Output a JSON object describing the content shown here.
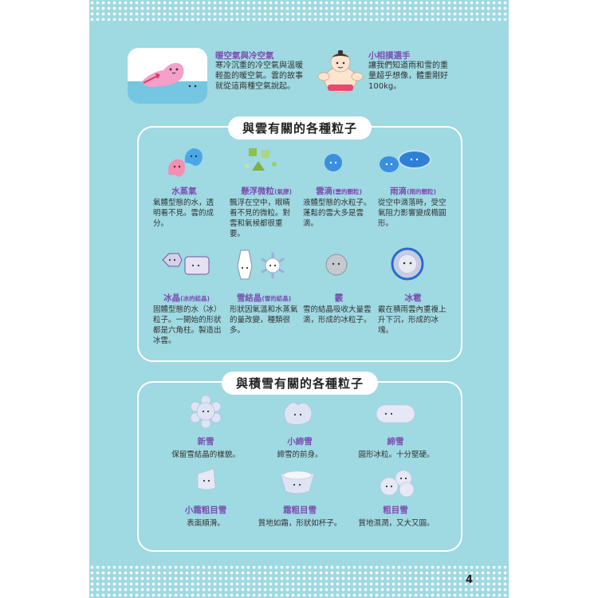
{
  "page_number": "4",
  "intro": {
    "left": {
      "title": "暖空氣與冷空氣",
      "text": "寒冷沉重的冷空氣與溫暖輕盈的暖空氣。雲的故事就從這兩種空氣說起。"
    },
    "right": {
      "title": "小相撲選手",
      "text": "讓我們知道雨和雪的重量超乎想像，體重剛好100kg。"
    }
  },
  "cloud_section": {
    "title": "與雲有關的各種粒子",
    "items": [
      {
        "title": "水蒸氣",
        "sub": "",
        "text": "氣體型態的水，透明看不見。雲的成分。"
      },
      {
        "title": "懸浮微粒",
        "sub": "(氣膠)",
        "text": "飄浮在空中，眼睛看不見的微粒。對雲和氣候都很重要。"
      },
      {
        "title": "雲滴",
        "sub": "(雲的顆粒)",
        "text": "液體型態的水粒子。蓬鬆的雲大多是雲滴。"
      },
      {
        "title": "雨滴",
        "sub": "(雨的顆粒)",
        "text": "從空中滴落時，受空氣阻力影響變成橢圓形。"
      },
      {
        "title": "冰晶",
        "sub": "(冰的結晶)",
        "text": "固體型態的水（冰）粒子。一開始的形狀都是六角柱。製造出冰雲。"
      },
      {
        "title": "雪結晶",
        "sub": "(雪的結晶)",
        "text": "形狀因氣溫和水蒸氣的量改變，種類很多。"
      },
      {
        "title": "霰",
        "sub": "",
        "text": "雪的結晶吸收大量雲滴，形成的冰粒子。"
      },
      {
        "title": "冰雹",
        "sub": "",
        "text": "霰在積雨雲內重複上升下沉，形成的冰塊。"
      }
    ]
  },
  "snow_section": {
    "title": "與積雪有關的各種粒子",
    "items": [
      {
        "title": "新雪",
        "text": "保留雪結晶的樣貌。"
      },
      {
        "title": "小締雪",
        "text": "締雪的前身。"
      },
      {
        "title": "締雪",
        "text": "圓形冰粒。十分堅硬。"
      },
      {
        "title": "小霜粗目雪",
        "text": "表面順滑。"
      },
      {
        "title": "霜粗目雪",
        "text": "質地如霜，形狀如杯子。"
      },
      {
        "title": "粗目雪",
        "text": "質地濕潤，又大又圓。"
      }
    ]
  },
  "colors": {
    "page_bg": "#9fd9e2",
    "title_purple": "#7b4fb3",
    "raindrop_blue": "#3a8fe0",
    "pink": "#f48fb1"
  }
}
